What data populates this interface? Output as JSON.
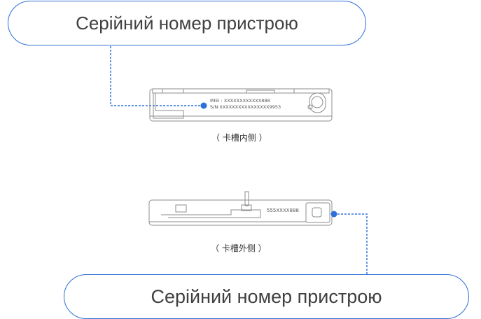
{
  "colors": {
    "accent": "#2e6fd8",
    "outline": "#8c8c8c",
    "text": "#404040"
  },
  "callouts": {
    "top_label": "Серійний номер пристрою",
    "bottom_label": "Серійний номер пристрою"
  },
  "tray_inner": {
    "imei_text": "IMEI : XXXXXXXXXXXX888",
    "sn_text": "S/N:XXXXXXXXXXXXXXXX9953",
    "caption": "（ 卡槽内侧 ）"
  },
  "tray_outer": {
    "serial_text": "555XXXX888",
    "caption": "（ 卡槽外侧 ）"
  }
}
